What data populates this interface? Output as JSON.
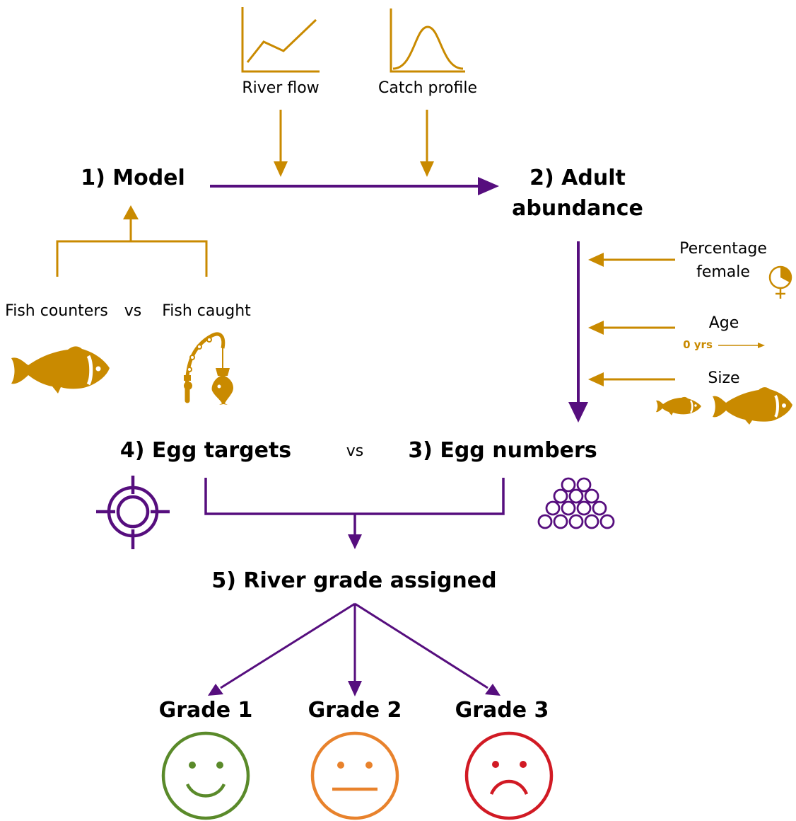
{
  "colors": {
    "gold": "#c98a00",
    "purple": "#560e7e",
    "grade1": "#5a8a2a",
    "grade2": "#e8822c",
    "grade3": "#d11a24"
  },
  "inputs": {
    "river_flow": "River flow",
    "catch_profile": "Catch profile"
  },
  "steps": {
    "model": "1) Model",
    "adult_line1": "2) Adult",
    "adult_line2": "abundance",
    "egg_numbers": "3) Egg numbers",
    "egg_targets": "4) Egg targets",
    "egg_vs": "vs",
    "river_grade": "5) River grade assigned"
  },
  "data_sources": {
    "fish_counters": "Fish counters",
    "vs": "vs",
    "fish_caught": "Fish caught"
  },
  "factors": {
    "percentage_line1": "Percentage",
    "percentage_line2": "female",
    "age": "Age",
    "age_scale": "0 yrs",
    "size": "Size"
  },
  "grades": [
    "Grade 1",
    "Grade 2",
    "Grade 3"
  ],
  "icons": {
    "line_chart": "line-chart-icon",
    "bell_curve": "bell-curve-icon",
    "fish": "fish-icon",
    "fishing_rod": "fishing-rod-icon",
    "female_pie": "female-symbol-pie-icon",
    "target": "target-icon",
    "eggs": "eggs-pyramid-icon",
    "happy": "happy-face-icon",
    "neutral": "neutral-face-icon",
    "sad": "sad-face-icon"
  }
}
